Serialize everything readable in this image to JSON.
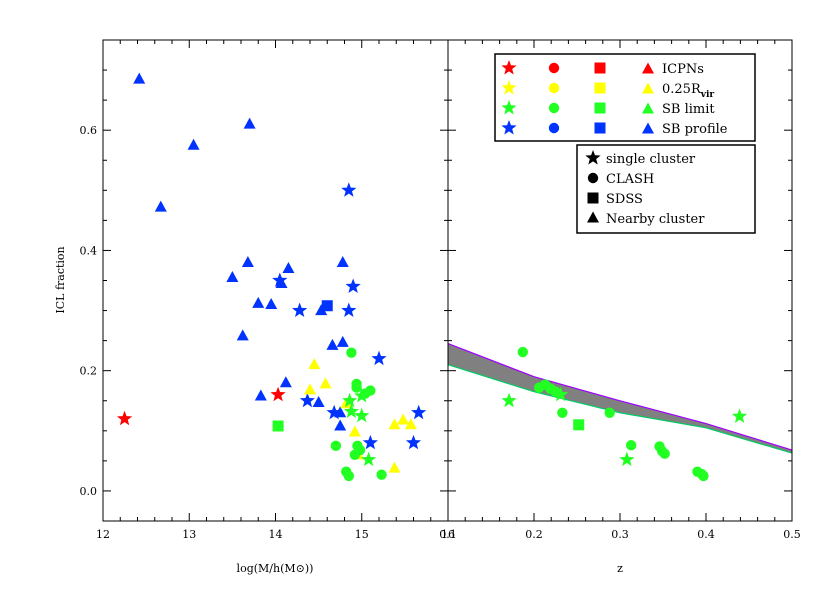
{
  "chart_data": [
    {
      "type": "scatter",
      "panel": "left",
      "xlabel": "log(M/h(M⊙))",
      "ylabel": "ICL fraction",
      "xlim": [
        12,
        16
      ],
      "ylim": [
        -0.05,
        0.75
      ],
      "xticks": [
        "12",
        "13",
        "14",
        "15",
        "16"
      ],
      "yticks": [
        "0.0",
        "0.2",
        "0.4",
        "0.6"
      ],
      "points": [
        {
          "x": 12.42,
          "y": 0.685,
          "color": "blue",
          "marker": "triangle"
        },
        {
          "x": 13.7,
          "y": 0.61,
          "color": "blue",
          "marker": "triangle"
        },
        {
          "x": 13.05,
          "y": 0.575,
          "color": "blue",
          "marker": "triangle"
        },
        {
          "x": 12.67,
          "y": 0.472,
          "color": "blue",
          "marker": "triangle"
        },
        {
          "x": 13.68,
          "y": 0.38,
          "color": "blue",
          "marker": "triangle"
        },
        {
          "x": 13.5,
          "y": 0.355,
          "color": "blue",
          "marker": "triangle"
        },
        {
          "x": 14.15,
          "y": 0.37,
          "color": "blue",
          "marker": "triangle"
        },
        {
          "x": 14.07,
          "y": 0.345,
          "color": "blue",
          "marker": "triangle"
        },
        {
          "x": 13.8,
          "y": 0.312,
          "color": "blue",
          "marker": "triangle"
        },
        {
          "x": 13.95,
          "y": 0.31,
          "color": "blue",
          "marker": "triangle"
        },
        {
          "x": 14.53,
          "y": 0.3,
          "color": "blue",
          "marker": "triangle"
        },
        {
          "x": 14.78,
          "y": 0.38,
          "color": "blue",
          "marker": "triangle"
        },
        {
          "x": 13.62,
          "y": 0.258,
          "color": "blue",
          "marker": "triangle"
        },
        {
          "x": 14.66,
          "y": 0.242,
          "color": "blue",
          "marker": "triangle"
        },
        {
          "x": 14.78,
          "y": 0.247,
          "color": "blue",
          "marker": "triangle"
        },
        {
          "x": 14.12,
          "y": 0.18,
          "color": "blue",
          "marker": "triangle"
        },
        {
          "x": 13.83,
          "y": 0.158,
          "color": "blue",
          "marker": "triangle"
        },
        {
          "x": 14.5,
          "y": 0.147,
          "color": "blue",
          "marker": "triangle"
        },
        {
          "x": 14.75,
          "y": 0.13,
          "color": "blue",
          "marker": "triangle"
        },
        {
          "x": 14.75,
          "y": 0.108,
          "color": "blue",
          "marker": "triangle"
        },
        {
          "x": 14.85,
          "y": 0.5,
          "color": "blue",
          "marker": "star"
        },
        {
          "x": 14.9,
          "y": 0.34,
          "color": "blue",
          "marker": "star"
        },
        {
          "x": 14.05,
          "y": 0.35,
          "color": "blue",
          "marker": "star"
        },
        {
          "x": 14.28,
          "y": 0.3,
          "color": "blue",
          "marker": "star"
        },
        {
          "x": 14.85,
          "y": 0.3,
          "color": "blue",
          "marker": "star"
        },
        {
          "x": 15.2,
          "y": 0.22,
          "color": "blue",
          "marker": "star"
        },
        {
          "x": 14.37,
          "y": 0.15,
          "color": "blue",
          "marker": "star"
        },
        {
          "x": 14.68,
          "y": 0.13,
          "color": "blue",
          "marker": "star"
        },
        {
          "x": 15.66,
          "y": 0.13,
          "color": "blue",
          "marker": "star"
        },
        {
          "x": 15.1,
          "y": 0.08,
          "color": "blue",
          "marker": "star"
        },
        {
          "x": 15.6,
          "y": 0.08,
          "color": "blue",
          "marker": "star"
        },
        {
          "x": 14.6,
          "y": 0.308,
          "color": "blue",
          "marker": "square"
        },
        {
          "x": 14.45,
          "y": 0.21,
          "color": "yellow",
          "marker": "triangle"
        },
        {
          "x": 14.58,
          "y": 0.178,
          "color": "yellow",
          "marker": "triangle"
        },
        {
          "x": 14.4,
          "y": 0.168,
          "color": "yellow",
          "marker": "triangle"
        },
        {
          "x": 14.82,
          "y": 0.145,
          "color": "yellow",
          "marker": "triangle"
        },
        {
          "x": 14.92,
          "y": 0.098,
          "color": "yellow",
          "marker": "triangle"
        },
        {
          "x": 15.48,
          "y": 0.118,
          "color": "yellow",
          "marker": "triangle"
        },
        {
          "x": 15.38,
          "y": 0.11,
          "color": "yellow",
          "marker": "triangle"
        },
        {
          "x": 15.57,
          "y": 0.11,
          "color": "yellow",
          "marker": "triangle"
        },
        {
          "x": 15.38,
          "y": 0.038,
          "color": "yellow",
          "marker": "triangle"
        },
        {
          "x": 14.96,
          "y": 0.06,
          "color": "yellow",
          "marker": "triangle"
        },
        {
          "x": 14.88,
          "y": 0.23,
          "color": "green",
          "marker": "circle"
        },
        {
          "x": 14.94,
          "y": 0.178,
          "color": "green",
          "marker": "circle"
        },
        {
          "x": 14.94,
          "y": 0.172,
          "color": "green",
          "marker": "circle"
        },
        {
          "x": 15.04,
          "y": 0.162,
          "color": "green",
          "marker": "circle"
        },
        {
          "x": 15.1,
          "y": 0.167,
          "color": "green",
          "marker": "circle"
        },
        {
          "x": 14.7,
          "y": 0.075,
          "color": "green",
          "marker": "circle"
        },
        {
          "x": 14.95,
          "y": 0.075,
          "color": "green",
          "marker": "circle"
        },
        {
          "x": 14.98,
          "y": 0.068,
          "color": "green",
          "marker": "circle"
        },
        {
          "x": 14.92,
          "y": 0.06,
          "color": "green",
          "marker": "circle"
        },
        {
          "x": 14.82,
          "y": 0.032,
          "color": "green",
          "marker": "circle"
        },
        {
          "x": 14.85,
          "y": 0.025,
          "color": "green",
          "marker": "circle"
        },
        {
          "x": 15.23,
          "y": 0.027,
          "color": "green",
          "marker": "circle"
        },
        {
          "x": 14.86,
          "y": 0.15,
          "color": "green",
          "marker": "star"
        },
        {
          "x": 15.0,
          "y": 0.158,
          "color": "green",
          "marker": "star"
        },
        {
          "x": 15.0,
          "y": 0.125,
          "color": "green",
          "marker": "star"
        },
        {
          "x": 15.08,
          "y": 0.052,
          "color": "green",
          "marker": "star"
        },
        {
          "x": 14.88,
          "y": 0.132,
          "color": "green",
          "marker": "star"
        },
        {
          "x": 14.03,
          "y": 0.108,
          "color": "green",
          "marker": "square"
        },
        {
          "x": 12.25,
          "y": 0.12,
          "color": "red",
          "marker": "star"
        },
        {
          "x": 14.03,
          "y": 0.16,
          "color": "red",
          "marker": "star"
        }
      ]
    },
    {
      "type": "scatter",
      "panel": "right",
      "xlabel": "z",
      "ylabel": "",
      "xlim": [
        0.1,
        0.5
      ],
      "ylim": [
        -0.05,
        0.75
      ],
      "xticks": [
        "0.1",
        "0.2",
        "0.3",
        "0.4",
        "0.5"
      ],
      "yticks": [],
      "band": {
        "upper": [
          [
            0.1,
            0.245
          ],
          [
            0.2,
            0.19
          ],
          [
            0.3,
            0.15
          ],
          [
            0.4,
            0.112
          ],
          [
            0.5,
            0.068
          ]
        ],
        "lower": [
          [
            0.1,
            0.21
          ],
          [
            0.2,
            0.165
          ],
          [
            0.3,
            0.13
          ],
          [
            0.4,
            0.105
          ],
          [
            0.5,
            0.063
          ]
        ],
        "color": "#808080"
      },
      "points": [
        {
          "x": 0.187,
          "y": 0.231,
          "color": "green",
          "marker": "circle"
        },
        {
          "x": 0.206,
          "y": 0.172,
          "color": "green",
          "marker": "circle"
        },
        {
          "x": 0.213,
          "y": 0.177,
          "color": "green",
          "marker": "circle"
        },
        {
          "x": 0.219,
          "y": 0.17,
          "color": "green",
          "marker": "circle"
        },
        {
          "x": 0.225,
          "y": 0.165,
          "color": "green",
          "marker": "circle"
        },
        {
          "x": 0.233,
          "y": 0.13,
          "color": "green",
          "marker": "circle"
        },
        {
          "x": 0.288,
          "y": 0.13,
          "color": "green",
          "marker": "circle"
        },
        {
          "x": 0.313,
          "y": 0.076,
          "color": "green",
          "marker": "circle"
        },
        {
          "x": 0.346,
          "y": 0.074,
          "color": "green",
          "marker": "circle"
        },
        {
          "x": 0.349,
          "y": 0.066,
          "color": "green",
          "marker": "circle"
        },
        {
          "x": 0.352,
          "y": 0.062,
          "color": "green",
          "marker": "circle"
        },
        {
          "x": 0.39,
          "y": 0.032,
          "color": "green",
          "marker": "circle"
        },
        {
          "x": 0.395,
          "y": 0.028,
          "color": "green",
          "marker": "circle"
        },
        {
          "x": 0.397,
          "y": 0.025,
          "color": "green",
          "marker": "circle"
        },
        {
          "x": 0.171,
          "y": 0.15,
          "color": "green",
          "marker": "star"
        },
        {
          "x": 0.231,
          "y": 0.16,
          "color": "green",
          "marker": "star"
        },
        {
          "x": 0.308,
          "y": 0.052,
          "color": "green",
          "marker": "star"
        },
        {
          "x": 0.439,
          "y": 0.124,
          "color": "green",
          "marker": "star"
        },
        {
          "x": 0.252,
          "y": 0.11,
          "color": "green",
          "marker": "square"
        }
      ]
    }
  ],
  "legend": {
    "placement": "top-right",
    "rows": [
      {
        "color": "red",
        "label": "ICPNs"
      },
      {
        "color": "yellow",
        "label": "0.25R",
        "sub": "vir"
      },
      {
        "color": "green",
        "label": "SB limit"
      },
      {
        "color": "blue",
        "label": "SB profile"
      }
    ],
    "shapes": [
      {
        "marker": "star",
        "label": "single cluster"
      },
      {
        "marker": "circle",
        "label": "CLASH"
      },
      {
        "marker": "square",
        "label": "SDSS"
      },
      {
        "marker": "triangle",
        "label": "Nearby cluster"
      }
    ]
  },
  "colors": {
    "red": "#ff0000",
    "yellow": "#ffff00",
    "green": "#22ff22",
    "blue": "#0033ff",
    "band": "#808080",
    "band_top": "#a000ff",
    "band_bottom": "#00cc66"
  }
}
